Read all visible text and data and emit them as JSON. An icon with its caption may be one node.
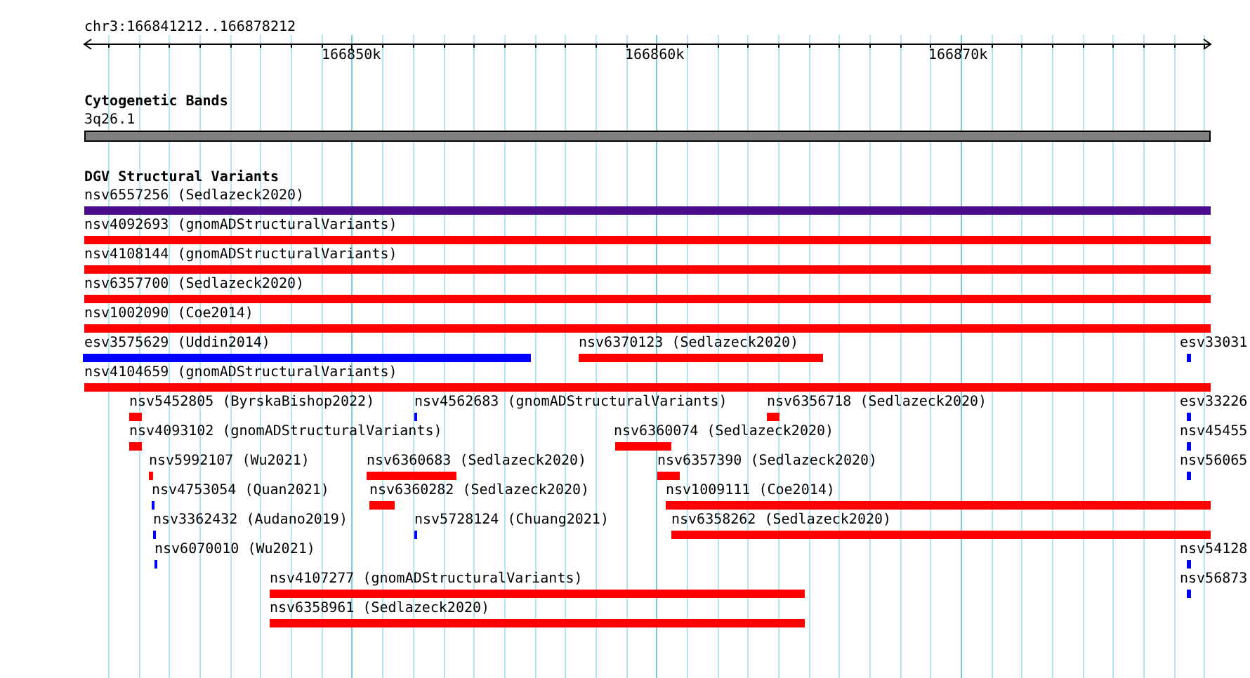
{
  "diagram": {
    "nodes": [
      {
        "text": [
          "3q26.1"
        ]
      },
      {
        "text": [
          "nsv6557256 (Sedlazeck2020)"
        ]
      },
      {
        "text": [
          "nsv4092693 (gnomADStructuralVariants)"
        ]
      },
      {
        "text": [
          "nsv4108144 (gnomADStructuralVariants)"
        ]
      },
      {
        "text": [
          "nsv6357700 (Sedlazeck2020)"
        ]
      },
      {
        "text": [
          "nsv1002090 (Coe2014)"
        ]
      },
      {
        "text": [
          "esv3575629 (Uddin2014)"
        ]
      },
      {
        "text": [
          "nsv6370123 (Sedlazeck2020)"
        ]
      },
      {
        "text": [
          "esv33031"
        ]
      },
      {
        "text": [
          "nsv4104659 (gnomADStructuralVariants)"
        ]
      },
      {
        "text": [
          "nsv5452805 (ByrskaBishop2022)"
        ]
      },
      {
        "text": [
          "nsv4562683 (gnomADStructuralVariants)"
        ]
      },
      {
        "text": [
          "nsv6356718 (Sedlazeck2020)"
        ]
      },
      {
        "text": [
          "esv33226"
        ]
      },
      {
        "text": [
          "nsv4093102 (gnomADStructuralVariants)"
        ]
      },
      {
        "text": [
          "nsv6360074 (Sedlazeck2020)"
        ]
      },
      {
        "text": [
          "nsv45455"
        ]
      },
      {
        "text": [
          "nsv5992107 (Wu2021)"
        ]
      },
      {
        "text": [
          "nsv6360683 (Sedlazeck2020)"
        ]
      },
      {
        "text": [
          "nsv6357390 (Sedlazeck2020)"
        ]
      },
      {
        "text": [
          "nsv56065"
        ]
      },
      {
        "text": [
          "nsv4753054 (Quan2021)"
        ]
      },
      {
        "text": [
          "nsv6360282 (Sedlazeck2020)"
        ]
      },
      {
        "text": [
          "nsv1009111 (Coe2014)"
        ]
      },
      {
        "text": [
          "nsv3362432 (Audano2019)"
        ]
      },
      {
        "text": [
          "nsv5728124 (Chuang2021)"
        ]
      },
      {
        "text": [
          "nsv6358262 (Sedlazeck2020)"
        ]
      },
      {
        "text": [
          "nsv6070010 (Wu2021)"
        ]
      },
      {
        "text": [
          "nsv54128"
        ]
      },
      {
        "text": [
          "nsv4107277 (gnomADStructuralVariants)"
        ]
      },
      {
        "text": [
          "nsv56873"
        ]
      },
      {
        "text": [
          "nsv6358961 (Sedlazeck2020)"
        ]
      }
    ],
    "labels": [
      "chr3:166841212..166878212",
      "166850k",
      "166860k",
      "166870k",
      "Cytogenetic Bands",
      "DGV Structural Variants"
    ]
  }
}
